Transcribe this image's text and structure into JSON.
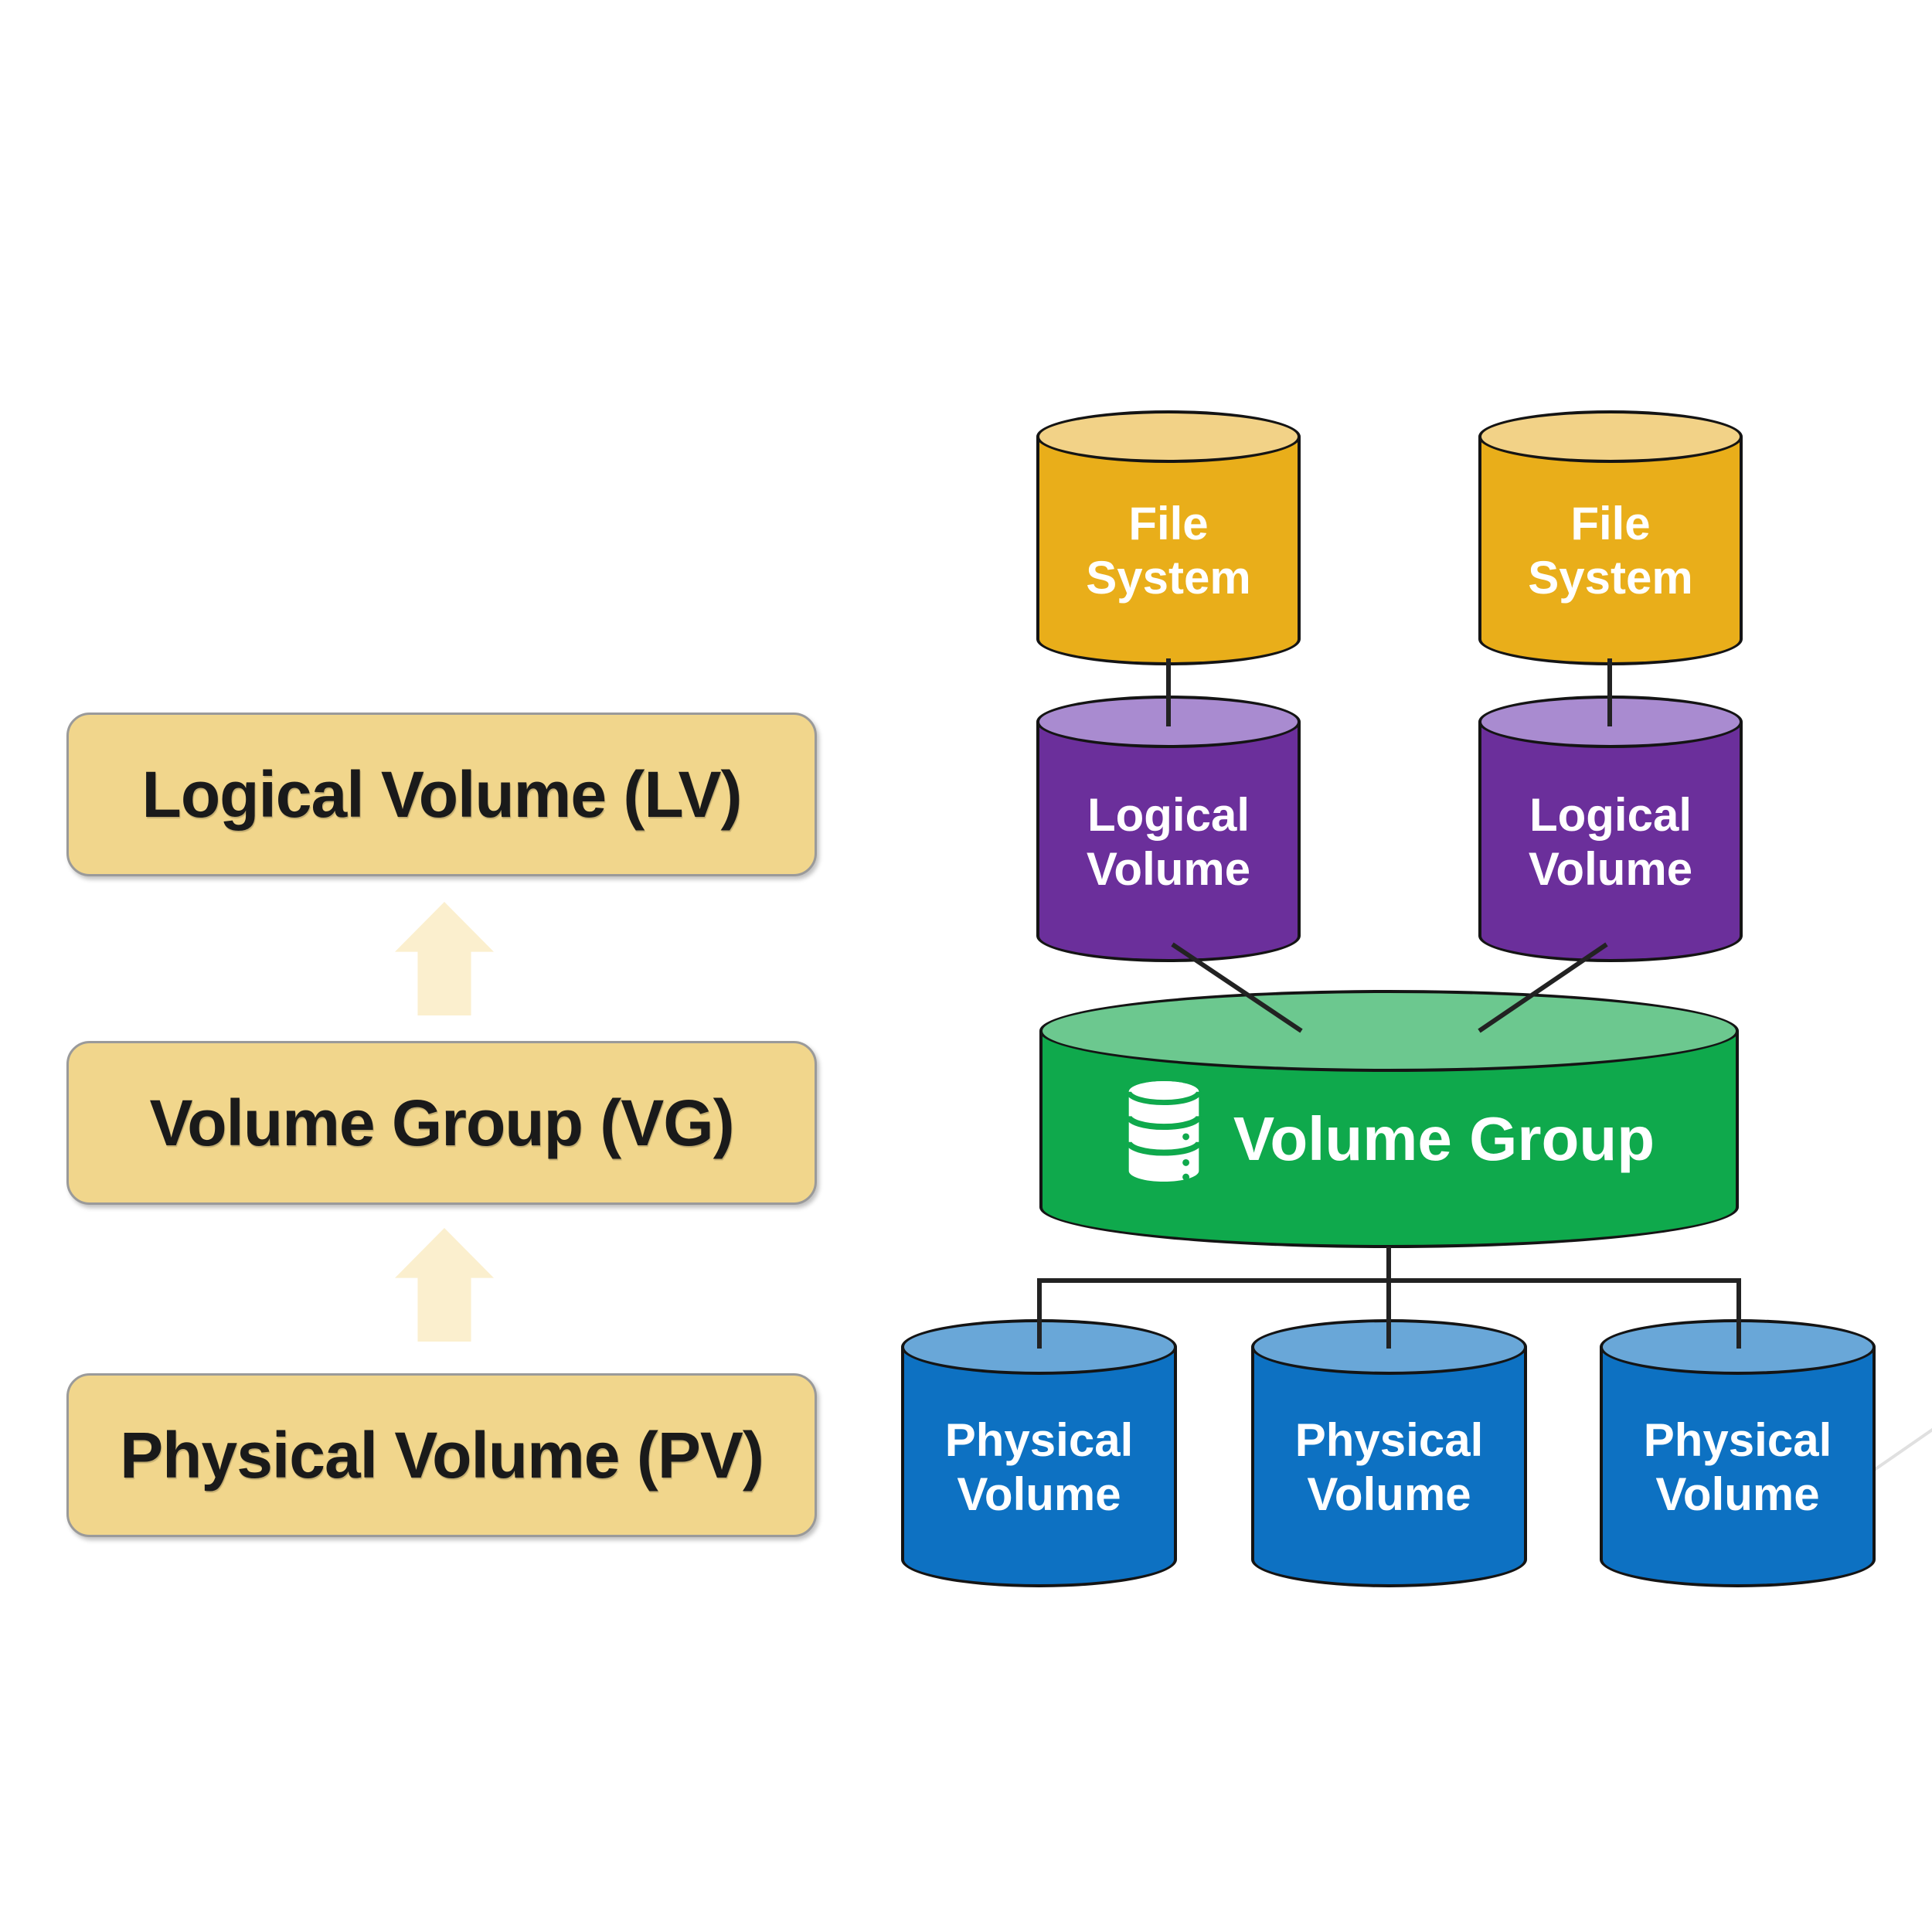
{
  "left_panel": {
    "boxes": [
      {
        "label": "Logical Volume (LV)"
      },
      {
        "label": "Volume Group (VG)"
      },
      {
        "label": "Physical Volume (PV)"
      }
    ],
    "arrow_direction": "up"
  },
  "diagram": {
    "file_systems": [
      {
        "line1": "File",
        "line2": "System"
      },
      {
        "line1": "File",
        "line2": "System"
      }
    ],
    "logical_volumes": [
      {
        "line1": "Logical",
        "line2": "Volume"
      },
      {
        "line1": "Logical",
        "line2": "Volume"
      }
    ],
    "volume_group": {
      "label": "Volume Group",
      "icon": "database-icon"
    },
    "physical_volumes": [
      {
        "line1": "Physical",
        "line2": "Volume"
      },
      {
        "line1": "Physical",
        "line2": "Volume"
      },
      {
        "line1": "Physical",
        "line2": "Volume"
      }
    ]
  },
  "colors": {
    "box_fill": "#F1D68C",
    "box_border": "#9A9A9A",
    "box_text": "#1A1A1A",
    "arrow_fill": "#FBEFCE",
    "file_system_body": "#E9AE1A",
    "file_system_top": "#F2D287",
    "logical_volume_body": "#6B2F9B",
    "logical_volume_top": "#A98BD0",
    "volume_group_body": "#0FA94C",
    "volume_group_top": "#6CC88F",
    "physical_volume_body": "#0D71C2",
    "physical_volume_top": "#69A7D8",
    "cylinder_outline": "#141414",
    "connector_line": "#222222",
    "background_watermark_line": "#E0E0E0"
  }
}
